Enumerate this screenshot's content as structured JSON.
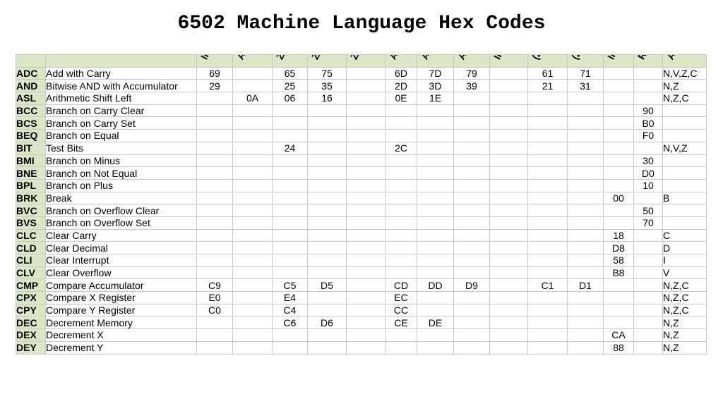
{
  "title": "6502 Machine Language Hex Codes",
  "columns": [
    "Immediate",
    "Accumulator",
    "Zero Page",
    "Zero Page,X",
    "Zero Page,Y",
    "Absolute",
    "Absolute,X",
    "Absolute,Y",
    "Indirect",
    "(Zero Page,X)",
    "(Zero Page),Y",
    "Implied",
    "Relative",
    "Affects Flags"
  ],
  "rows": [
    {
      "mn": "ADC",
      "name": "Add with Carry",
      "codes": [
        "69",
        "",
        "65",
        "75",
        "",
        "6D",
        "7D",
        "79",
        "",
        "61",
        "71",
        "",
        ""
      ],
      "flags": "N,V,Z,C"
    },
    {
      "mn": "AND",
      "name": "Bitwise AND with Accumulator",
      "codes": [
        "29",
        "",
        "25",
        "35",
        "",
        "2D",
        "3D",
        "39",
        "",
        "21",
        "31",
        "",
        ""
      ],
      "flags": "N,Z"
    },
    {
      "mn": "ASL",
      "name": "Arithmetic Shift Left",
      "codes": [
        "",
        "0A",
        "06",
        "16",
        "",
        "0E",
        "1E",
        "",
        "",
        "",
        "",
        "",
        ""
      ],
      "flags": "N,Z,C"
    },
    {
      "mn": "BCC",
      "name": "Branch on Carry Clear",
      "codes": [
        "",
        "",
        "",
        "",
        "",
        "",
        "",
        "",
        "",
        "",
        "",
        "",
        "90"
      ],
      "flags": ""
    },
    {
      "mn": "BCS",
      "name": "Branch on Carry Set",
      "codes": [
        "",
        "",
        "",
        "",
        "",
        "",
        "",
        "",
        "",
        "",
        "",
        "",
        "B0"
      ],
      "flags": ""
    },
    {
      "mn": "BEQ",
      "name": "Branch on Equal",
      "codes": [
        "",
        "",
        "",
        "",
        "",
        "",
        "",
        "",
        "",
        "",
        "",
        "",
        "F0"
      ],
      "flags": ""
    },
    {
      "mn": "BIT",
      "name": "Test Bits",
      "codes": [
        "",
        "",
        "24",
        "",
        "",
        "2C",
        "",
        "",
        "",
        "",
        "",
        "",
        ""
      ],
      "flags": "N,V,Z"
    },
    {
      "mn": "BMI",
      "name": "Branch on Minus",
      "codes": [
        "",
        "",
        "",
        "",
        "",
        "",
        "",
        "",
        "",
        "",
        "",
        "",
        "30"
      ],
      "flags": ""
    },
    {
      "mn": "BNE",
      "name": "Branch on Not Equal",
      "codes": [
        "",
        "",
        "",
        "",
        "",
        "",
        "",
        "",
        "",
        "",
        "",
        "",
        "D0"
      ],
      "flags": ""
    },
    {
      "mn": "BPL",
      "name": "Branch on Plus",
      "codes": [
        "",
        "",
        "",
        "",
        "",
        "",
        "",
        "",
        "",
        "",
        "",
        "",
        "10"
      ],
      "flags": ""
    },
    {
      "mn": "BRK",
      "name": "Break",
      "codes": [
        "",
        "",
        "",
        "",
        "",
        "",
        "",
        "",
        "",
        "",
        "",
        "00",
        ""
      ],
      "flags": "B"
    },
    {
      "mn": "BVC",
      "name": "Branch on Overflow Clear",
      "codes": [
        "",
        "",
        "",
        "",
        "",
        "",
        "",
        "",
        "",
        "",
        "",
        "",
        "50"
      ],
      "flags": ""
    },
    {
      "mn": "BVS",
      "name": "Branch on Overflow Set",
      "codes": [
        "",
        "",
        "",
        "",
        "",
        "",
        "",
        "",
        "",
        "",
        "",
        "",
        "70"
      ],
      "flags": ""
    },
    {
      "mn": "CLC",
      "name": "Clear Carry",
      "codes": [
        "",
        "",
        "",
        "",
        "",
        "",
        "",
        "",
        "",
        "",
        "",
        "18",
        ""
      ],
      "flags": "C"
    },
    {
      "mn": "CLD",
      "name": "Clear Decimal",
      "codes": [
        "",
        "",
        "",
        "",
        "",
        "",
        "",
        "",
        "",
        "",
        "",
        "D8",
        ""
      ],
      "flags": "D"
    },
    {
      "mn": "CLI",
      "name": "Clear Interrupt",
      "codes": [
        "",
        "",
        "",
        "",
        "",
        "",
        "",
        "",
        "",
        "",
        "",
        "58",
        ""
      ],
      "flags": "I"
    },
    {
      "mn": "CLV",
      "name": "Clear Overflow",
      "codes": [
        "",
        "",
        "",
        "",
        "",
        "",
        "",
        "",
        "",
        "",
        "",
        "B8",
        ""
      ],
      "flags": "V"
    },
    {
      "mn": "CMP",
      "name": "Compare Accumulator",
      "codes": [
        "C9",
        "",
        "C5",
        "D5",
        "",
        "CD",
        "DD",
        "D9",
        "",
        "C1",
        "D1",
        "",
        ""
      ],
      "flags": "N,Z,C"
    },
    {
      "mn": "CPX",
      "name": "Compare X Register",
      "codes": [
        "E0",
        "",
        "E4",
        "",
        "",
        "EC",
        "",
        "",
        "",
        "",
        "",
        "",
        ""
      ],
      "flags": "N,Z,C"
    },
    {
      "mn": "CPY",
      "name": "Compare Y Register",
      "codes": [
        "C0",
        "",
        "C4",
        "",
        "",
        "CC",
        "",
        "",
        "",
        "",
        "",
        "",
        ""
      ],
      "flags": "N,Z,C"
    },
    {
      "mn": "DEC",
      "name": "Decrement Memory",
      "codes": [
        "",
        "",
        "C6",
        "D6",
        "",
        "CE",
        "DE",
        "",
        "",
        "",
        "",
        "",
        ""
      ],
      "flags": "N,Z"
    },
    {
      "mn": "DEX",
      "name": "Decrement X",
      "codes": [
        "",
        "",
        "",
        "",
        "",
        "",
        "",
        "",
        "",
        "",
        "",
        "CA",
        ""
      ],
      "flags": "N,Z"
    },
    {
      "mn": "DEY",
      "name": "Decrement Y",
      "codes": [
        "",
        "",
        "",
        "",
        "",
        "",
        "",
        "",
        "",
        "",
        "",
        "88",
        ""
      ],
      "flags": "N,Z"
    }
  ]
}
